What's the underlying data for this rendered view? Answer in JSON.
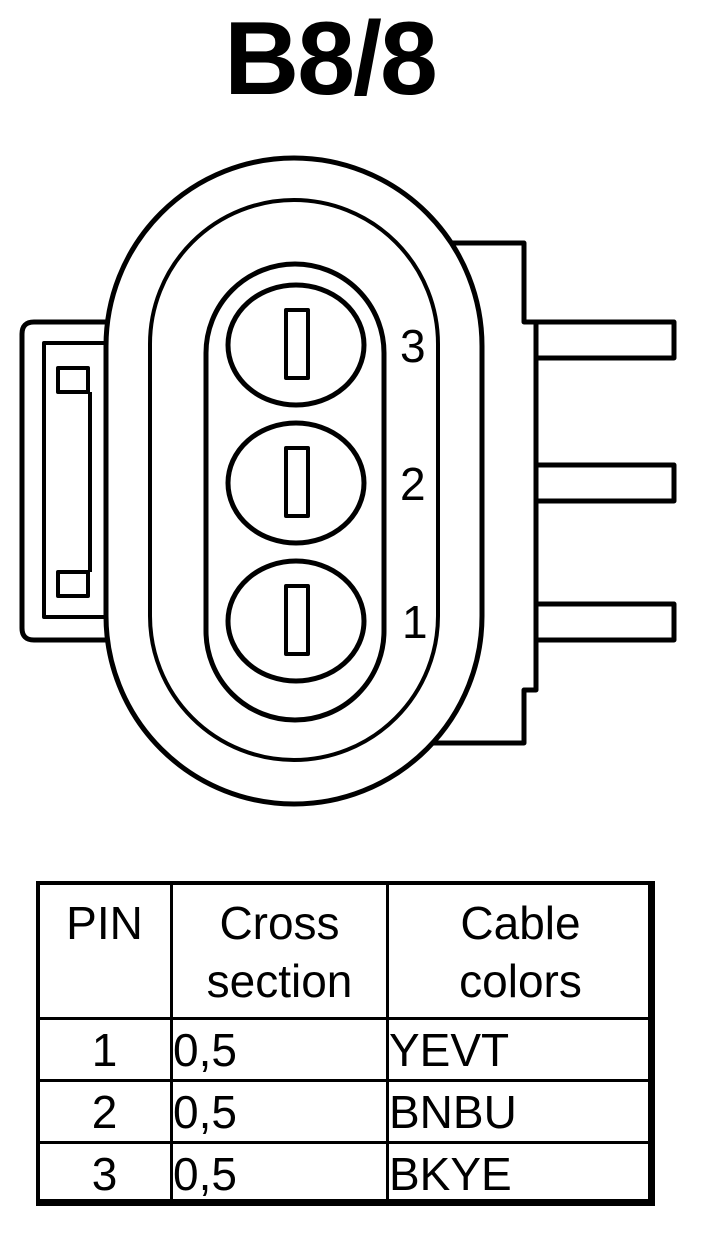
{
  "title": "B8/8",
  "connector": {
    "pins": [
      {
        "label": "3"
      },
      {
        "label": "2"
      },
      {
        "label": "1"
      }
    ]
  },
  "table": {
    "headers": [
      {
        "line1": "PIN",
        "line2": ""
      },
      {
        "line1": "Cross",
        "line2": "section"
      },
      {
        "line1": "Cable",
        "line2": "colors"
      }
    ],
    "rows": [
      {
        "pin": "1",
        "cross_section": "0,5",
        "cable_colors": "YEVT"
      },
      {
        "pin": "2",
        "cross_section": "0,5",
        "cable_colors": "BNBU"
      },
      {
        "pin": "3",
        "cross_section": "0,5",
        "cable_colors": "BKYE"
      }
    ]
  },
  "colors": {
    "line": "#000000",
    "background": "#ffffff"
  }
}
